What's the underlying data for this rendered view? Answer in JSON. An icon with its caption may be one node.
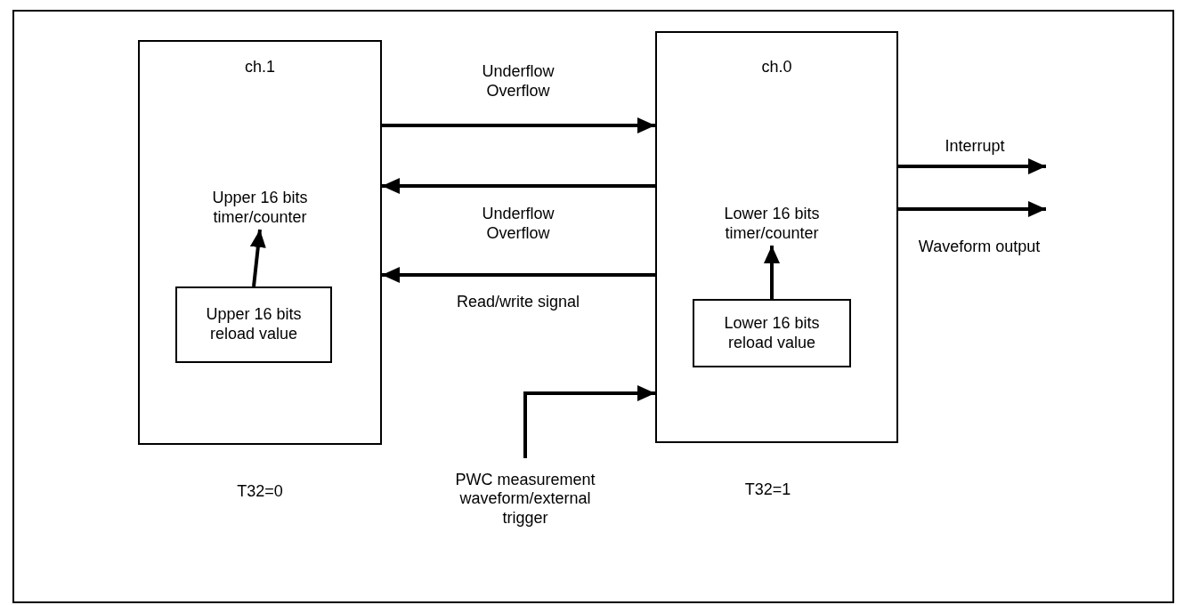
{
  "diagram": {
    "nodes": [
      {
        "text": [
          "ch.1"
        ],
        "beside": [
          "T32=0"
        ]
      },
      {
        "text": [
          "Upper 16 bits timer/counter"
        ],
        "in": 0
      },
      {
        "text": [
          "Upper 16 bits reload value"
        ],
        "in": 0
      },
      {
        "text": [
          "ch.0"
        ],
        "beside": [
          "T32=1"
        ]
      },
      {
        "text": [
          "Lower 16 bits timer/counter"
        ],
        "in": 3
      },
      {
        "text": [
          "Lower 16 bits reload value"
        ],
        "in": 3
      },
      {
        "text": [
          "PWC measurement waveform/external trigger"
        ]
      }
    ],
    "edges": [
      {
        "from": 2,
        "to": 1,
        "arrow": "to"
      },
      {
        "from": 0,
        "to": 3,
        "arrow": "to",
        "label": "Underflow Overflow"
      },
      {
        "from": 3,
        "to": 0,
        "arrow": "to",
        "label": "Underflow Overflow"
      },
      {
        "from": 3,
        "to": 0,
        "arrow": "to",
        "label": "Read/write signal"
      },
      {
        "from": 5,
        "to": 4,
        "arrow": "to"
      },
      {
        "from": 6,
        "to": 3,
        "arrow": "to"
      },
      {
        "from": 3,
        "to": null,
        "arrow": "to",
        "label": "Interrupt"
      },
      {
        "from": 3,
        "to": null,
        "arrow": "to",
        "label": "Waveform output"
      }
    ]
  }
}
